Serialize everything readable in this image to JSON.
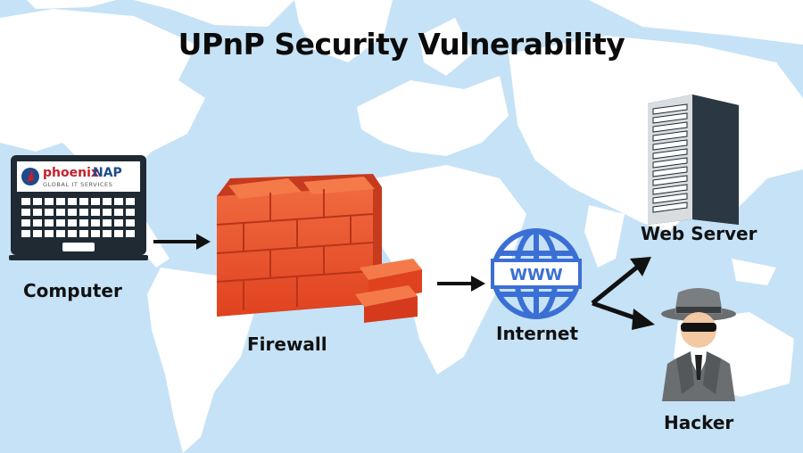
{
  "title": "UPnP Security Vulnerability",
  "brand": {
    "name_prefix": "phoenix",
    "name_suffix": "NAP",
    "tagline": "GLOBAL IT SERVICES"
  },
  "nodes": {
    "computer": "Computer",
    "firewall": "Firewall",
    "internet": "Internet",
    "web_server": "Web Server",
    "hacker": "Hacker"
  },
  "www_label": "WWW",
  "colors": {
    "sky": "#c6e2f6",
    "land": "#ffffff",
    "dark": "#1f2a33",
    "brick": "#e8472b",
    "globe": "#3b6fd6",
    "brand_red": "#c5202a",
    "brand_blue": "#1e4a8c"
  }
}
